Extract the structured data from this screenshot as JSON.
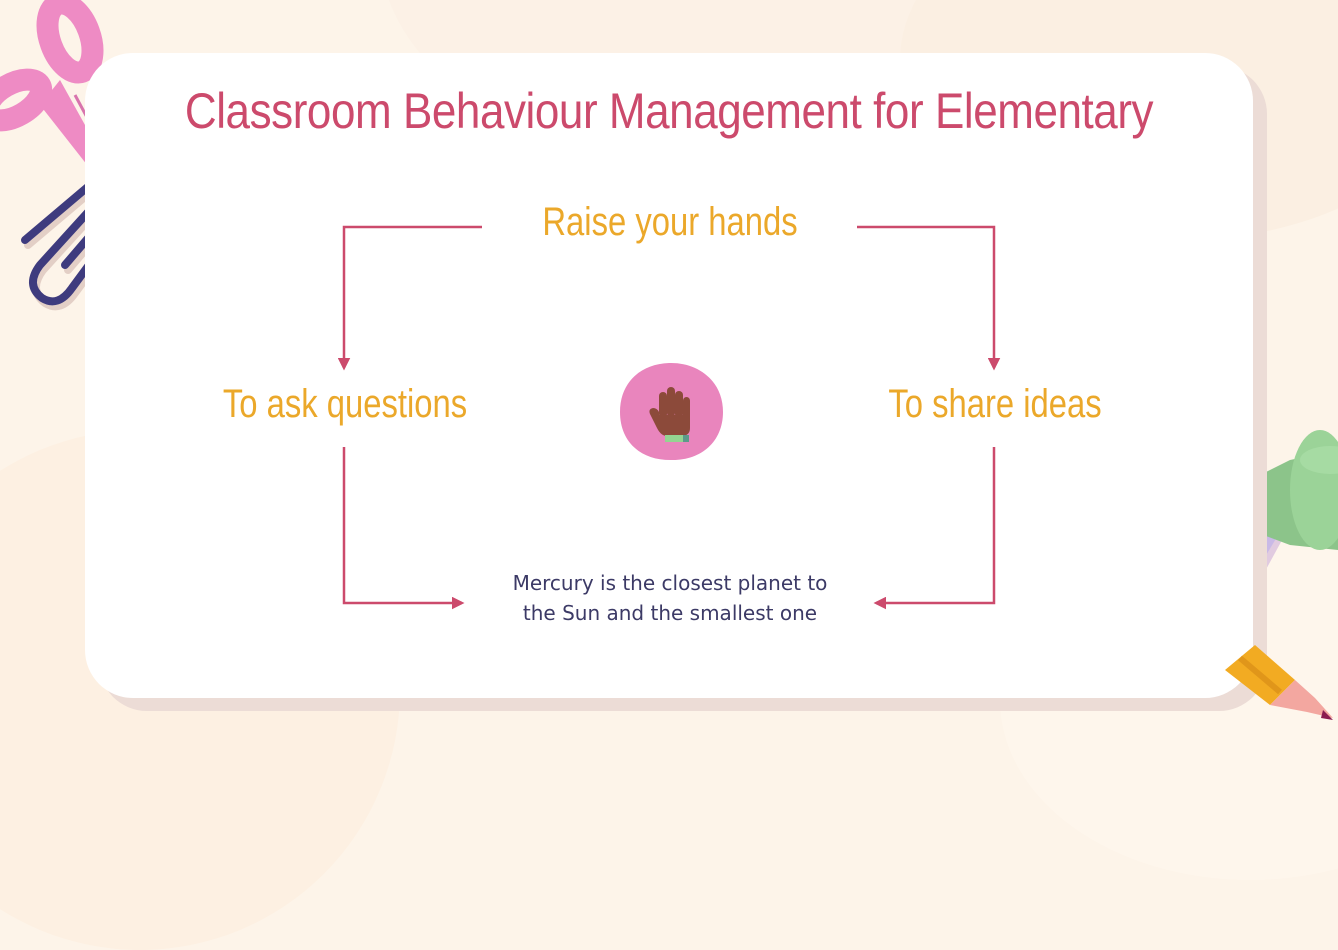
{
  "slide": {
    "title": "Classroom Behaviour Management for Elementary",
    "center_node": {
      "label": "Raise your hands",
      "icon": "raised-hand-icon"
    },
    "left_node": {
      "label": "To ask questions"
    },
    "right_node": {
      "label": "To share ideas"
    },
    "bottom_text": {
      "line1": "Mercury is the closest planet to",
      "line2": "the Sun and the smallest one"
    }
  },
  "decorations": [
    "scissors-icon",
    "paperclip-icon",
    "pushpin-icon",
    "pencil-icon"
  ],
  "colors": {
    "background": "#fdf4e9",
    "card": "#ffffff",
    "card_shadow": "#ecdcd6",
    "title": "#cc4a6c",
    "labels": "#eba82a",
    "arrows": "#cc4a6c",
    "body_text": "#3c3a66",
    "badge": "#e985bd"
  }
}
